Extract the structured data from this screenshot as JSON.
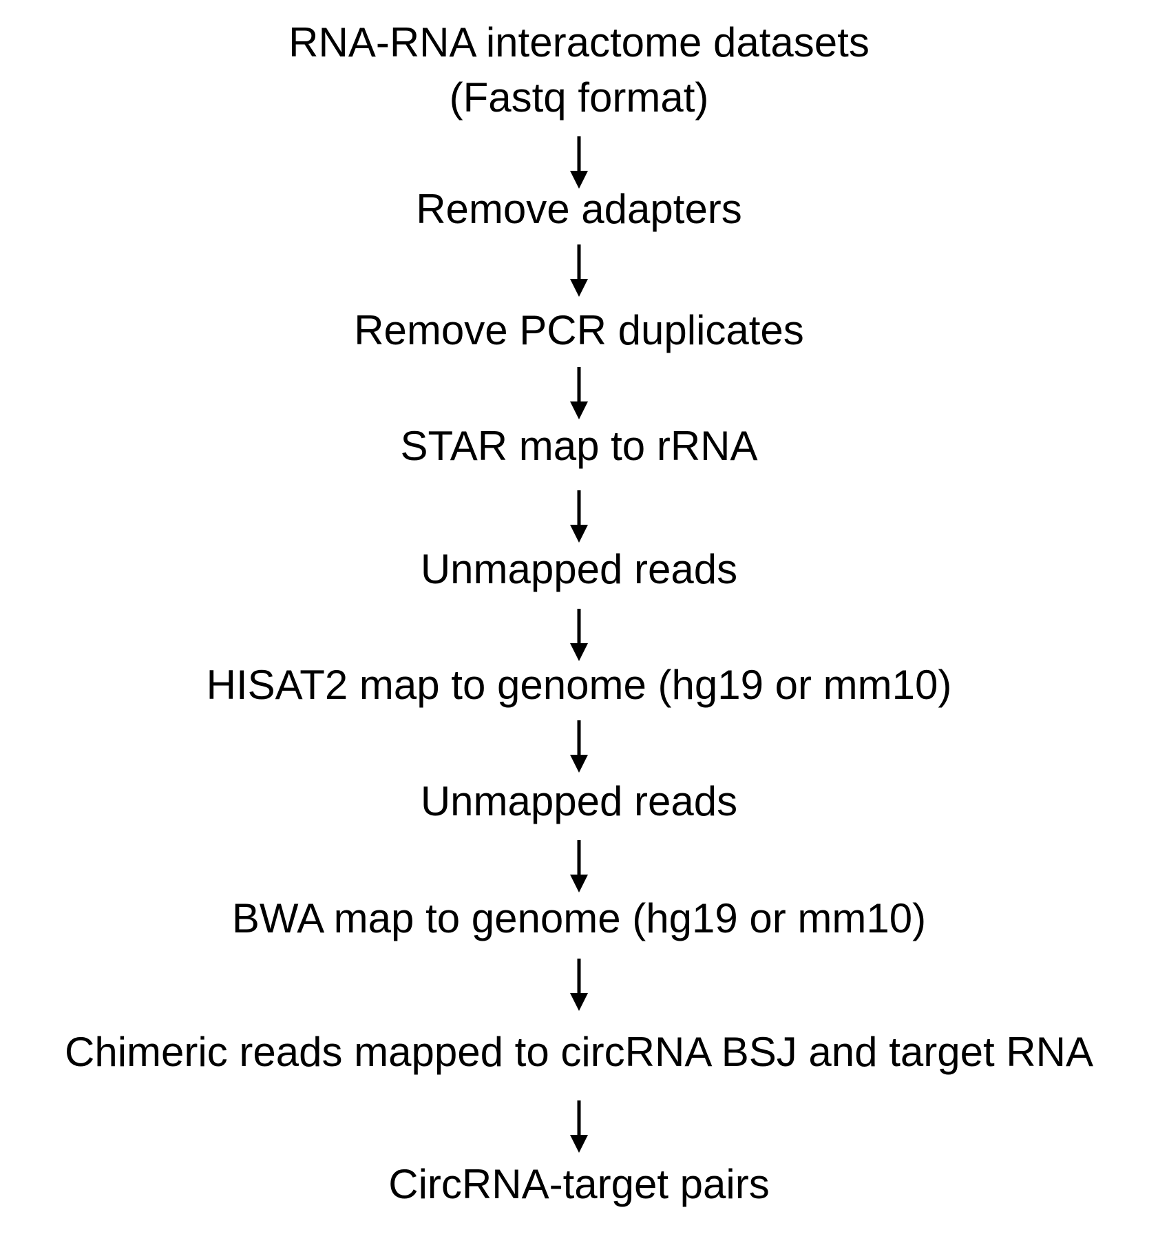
{
  "colors": {
    "background": "#ffffff",
    "text": "#000000",
    "arrow": "#000000"
  },
  "steps": [
    {
      "label": "RNA-RNA interactome datasets"
    },
    {
      "label": "(Fastq format)"
    },
    {
      "label": "Remove adapters"
    },
    {
      "label": "Remove PCR duplicates"
    },
    {
      "label": "STAR map to rRNA"
    },
    {
      "label": "Unmapped reads"
    },
    {
      "label": "HISAT2 map to genome (hg19 or mm10)"
    },
    {
      "label": "Unmapped reads"
    },
    {
      "label": "BWA map to genome (hg19 or mm10)"
    },
    {
      "label": "Chimeric reads mapped to circRNA BSJ and target RNA"
    },
    {
      "label": "CircRNA-target pairs"
    }
  ],
  "arrows": [
    {
      "direction": "down",
      "from": "(Fastq format)",
      "to": "Remove adapters"
    },
    {
      "direction": "down",
      "from": "Remove adapters",
      "to": "Remove PCR duplicates"
    },
    {
      "direction": "down",
      "from": "Remove PCR duplicates",
      "to": "STAR map to rRNA"
    },
    {
      "direction": "down",
      "from": "STAR map to rRNA",
      "to": "Unmapped reads"
    },
    {
      "direction": "down",
      "from": "Unmapped reads",
      "to": "HISAT2 map to genome (hg19 or mm10)"
    },
    {
      "direction": "down",
      "from": "HISAT2 map to genome (hg19 or mm10)",
      "to": "Unmapped reads"
    },
    {
      "direction": "down",
      "from": "Unmapped reads",
      "to": "BWA map to genome (hg19 or mm10)"
    },
    {
      "direction": "down",
      "from": "BWA map to genome (hg19 or mm10)",
      "to": "Chimeric reads mapped to circRNA BSJ and target RNA"
    },
    {
      "direction": "down",
      "from": "Chimeric reads mapped to circRNA BSJ and target RNA",
      "to": "CircRNA-target pairs"
    }
  ]
}
